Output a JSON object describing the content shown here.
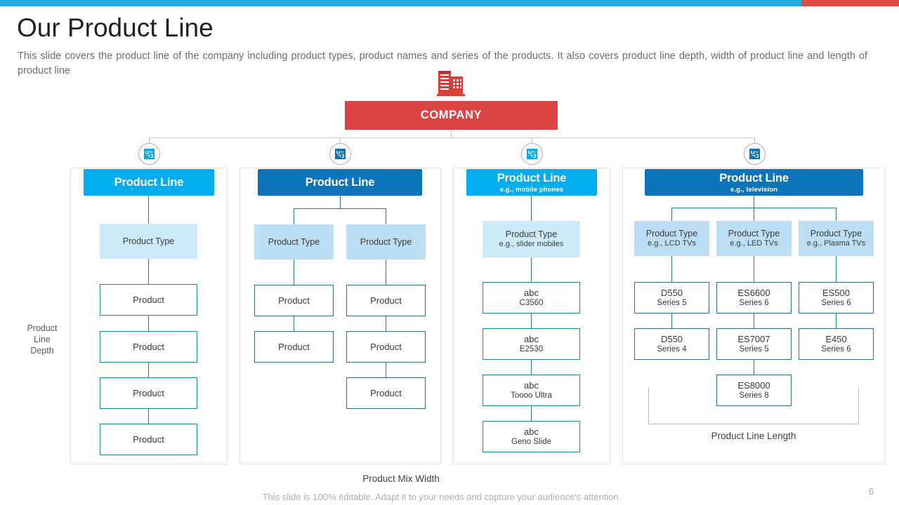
{
  "theme": {
    "accent_blue": "#29ABE2",
    "accent_red": "#D94B43",
    "company_red": "#DB4443",
    "line_cyan": "#00AEEF",
    "line_blue": "#0B74BB",
    "type_cyan": "#CDEBF8",
    "type_blue": "#BCDFF6",
    "box_border_teal": "#1C8A8E",
    "box_border_navy": "#2E6E8E"
  },
  "header": {
    "title": "Our Product Line",
    "subtitle": "This slide covers the product line of the company including product types,  product names and series of the products. It also covers product line depth, width of product line and length of product line"
  },
  "root": {
    "label": "COMPANY",
    "icon": "building-icon"
  },
  "axis_labels": {
    "depth": "Product\nLine\nDepth",
    "depth_lines": [
      "Product",
      "Line",
      "Depth"
    ],
    "width": "Product Mix Width",
    "length": "Product Line Length"
  },
  "columns": [
    {
      "id": "col-1",
      "icon": "box-icon",
      "head": {
        "title": "Product Line",
        "sub": "",
        "style": "cyan"
      },
      "types": [
        {
          "title": "Product Type",
          "sub": "",
          "style": "cyan",
          "products": [
            {
              "name": "Product",
              "series": ""
            },
            {
              "name": "Product",
              "series": ""
            },
            {
              "name": "Product",
              "series": ""
            },
            {
              "name": "Product",
              "series": ""
            }
          ]
        }
      ]
    },
    {
      "id": "col-2",
      "icon": "box-icon",
      "head": {
        "title": "Product Line",
        "sub": "",
        "style": "blue"
      },
      "types": [
        {
          "title": "Product Type",
          "sub": "",
          "style": "blue",
          "products": [
            {
              "name": "Product",
              "series": ""
            },
            {
              "name": "Product",
              "series": ""
            }
          ]
        },
        {
          "title": "Product Type",
          "sub": "",
          "style": "blue",
          "products": [
            {
              "name": "Product",
              "series": ""
            },
            {
              "name": "Product",
              "series": ""
            },
            {
              "name": "Product",
              "series": ""
            }
          ]
        }
      ]
    },
    {
      "id": "col-3",
      "icon": "box-icon",
      "head": {
        "title": "Product Line",
        "sub": "e.g., mobile phones",
        "style": "cyan"
      },
      "types": [
        {
          "title": "Product Type",
          "sub": "e.g., slider mobiles",
          "style": "cyan",
          "products": [
            {
              "name": "abc",
              "series": "C3560"
            },
            {
              "name": "abc",
              "series": "E2530"
            },
            {
              "name": "abc",
              "series": "Toooo Ultra"
            },
            {
              "name": "abc",
              "series": "Geno Slide"
            }
          ]
        }
      ]
    },
    {
      "id": "col-4",
      "icon": "box-icon",
      "head": {
        "title": "Product Line",
        "sub": "e.g., television",
        "style": "blue"
      },
      "types": [
        {
          "title": "Product Type",
          "sub": "e.g., LCD TVs",
          "style": "blue",
          "products": [
            {
              "name": "D550",
              "series": "Series 5"
            },
            {
              "name": "D550",
              "series": "Series 4"
            }
          ]
        },
        {
          "title": "Product Type",
          "sub": "e.g., LED TVs",
          "style": "blue",
          "products": [
            {
              "name": "ES6600",
              "series": "Series 6"
            },
            {
              "name": "ES7007",
              "series": "Series 5"
            },
            {
              "name": "ES8000",
              "series": "Series 8"
            }
          ]
        },
        {
          "title": "Product Type",
          "sub": "e.g., Plasma TVs",
          "style": "blue",
          "products": [
            {
              "name": "ES500",
              "series": "Series 6"
            },
            {
              "name": "E450",
              "series": "Series 6"
            }
          ]
        }
      ]
    }
  ],
  "footer": {
    "note": "This slide is 100% editable. Adapt it to your needs and capture your audience's attention.",
    "page_number": "6"
  }
}
